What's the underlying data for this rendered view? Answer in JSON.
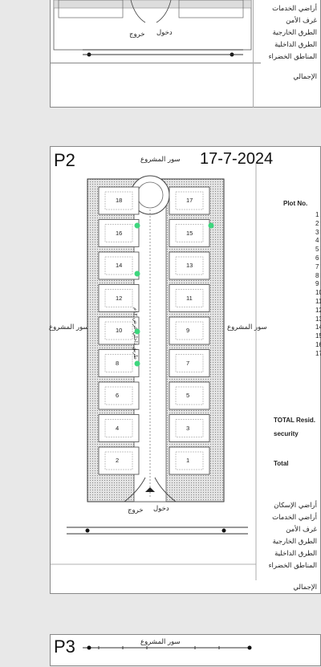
{
  "sheet1": {
    "legend": [
      "أراضي الخدمات",
      "غرف الأمن",
      "الطرق الخارجية",
      "الطرق الداخلية",
      "المناطق الخضراء"
    ],
    "total": "الإجمالي",
    "exit": "خروج",
    "entry": "دخول"
  },
  "sheet2": {
    "page": "P2",
    "date": "17-7-2024",
    "wall_top": "سور المشروع",
    "wall_left": "سور المشروع",
    "wall_right": "سور المشروع",
    "road_label": "طريق داخلي عرض ١٢م",
    "plot_no_header": "Plot No.",
    "plot_list": [
      "1",
      "2",
      "3",
      "4",
      "5",
      "6",
      "7",
      "8",
      "9",
      "10",
      "11",
      "12",
      "13",
      "14",
      "15",
      "16",
      "17"
    ],
    "total_resid": "TOTAL Resid.",
    "security": "security",
    "total": "Total",
    "exit": "خروج",
    "entry": "دخول",
    "legend": [
      "أراضي الإسكان",
      "أراضي الخدمات",
      "غرف الأمن",
      "الطرق الخارجية",
      "الطرق الداخلية",
      "المناطق الخضراء"
    ],
    "grand_total": "الإجمالي",
    "plots": [
      {
        "label": "18",
        "col": "left",
        "row": 0
      },
      {
        "label": "17",
        "col": "right",
        "row": 0
      },
      {
        "label": "16",
        "col": "left",
        "row": 1
      },
      {
        "label": "15",
        "col": "right",
        "row": 1
      },
      {
        "label": "14",
        "col": "left",
        "row": 2
      },
      {
        "label": "13",
        "col": "right",
        "row": 2
      },
      {
        "label": "12",
        "col": "left",
        "row": 3
      },
      {
        "label": "11",
        "col": "right",
        "row": 3
      },
      {
        "label": "10",
        "col": "left",
        "row": 4
      },
      {
        "label": "9",
        "col": "right",
        "row": 4
      },
      {
        "label": "8",
        "col": "left",
        "row": 5
      },
      {
        "label": "7",
        "col": "right",
        "row": 5
      },
      {
        "label": "6",
        "col": "left",
        "row": 6
      },
      {
        "label": "5",
        "col": "right",
        "row": 6
      },
      {
        "label": "4",
        "col": "left",
        "row": 7
      },
      {
        "label": "3",
        "col": "right",
        "row": 7
      },
      {
        "label": "2",
        "col": "left",
        "row": 8
      },
      {
        "label": "1",
        "col": "right",
        "row": 8
      }
    ],
    "marker_color": "#3ed67e"
  },
  "sheet3": {
    "page": "P3",
    "wall_top": "سور المشروع"
  }
}
